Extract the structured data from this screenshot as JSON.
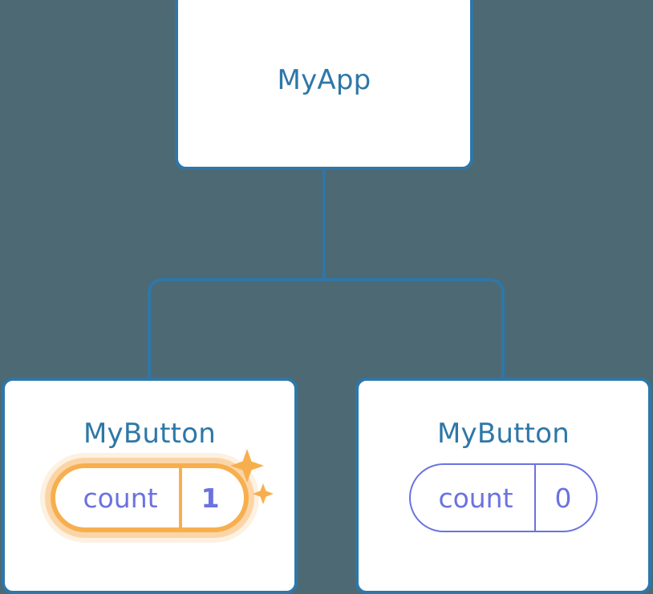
{
  "diagram": {
    "title": "component-tree",
    "background_color": "#4d6974",
    "node_border_color": "#2e77a8",
    "node_text_color": "#2e77a8",
    "connector_color": "#2e77a8",
    "state_color": "#6b72e0",
    "highlight_color": "#f7af4e",
    "highlight_glow_color": "#fbdcae"
  },
  "nodes": {
    "root": {
      "label": "MyApp"
    },
    "child_left": {
      "label": "MyButton",
      "state": {
        "key": "count",
        "value": "1",
        "highlighted": true
      },
      "sparkle_large": "sparkle-icon",
      "sparkle_small": "sparkle-icon"
    },
    "child_right": {
      "label": "MyButton",
      "state": {
        "key": "count",
        "value": "0",
        "highlighted": false
      }
    }
  }
}
